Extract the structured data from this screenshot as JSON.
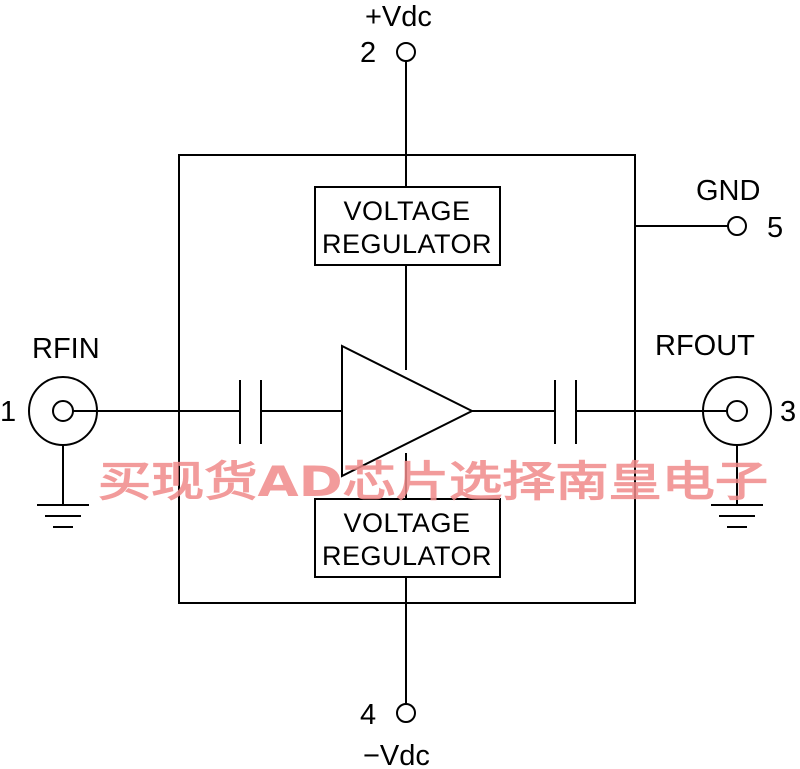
{
  "pins": {
    "pin1": {
      "number": "1",
      "name": "RFIN"
    },
    "pin2": {
      "number": "2",
      "name": "+Vdc"
    },
    "pin3": {
      "number": "3",
      "name": "RFOUT"
    },
    "pin4": {
      "number": "4",
      "name": "−Vdc"
    },
    "pin5": {
      "number": "5",
      "name": "GND"
    }
  },
  "blocks": {
    "top_regulator": {
      "line1": "VOLTAGE",
      "line2": "REGULATOR"
    },
    "bottom_regulator": {
      "line1": "VOLTAGE",
      "line2": "REGULATOR"
    }
  },
  "watermark": "买现货AD芯片选择南皇电子",
  "colors": {
    "line": "#000000",
    "watermark": "#f08a8a",
    "background": "#ffffff"
  }
}
